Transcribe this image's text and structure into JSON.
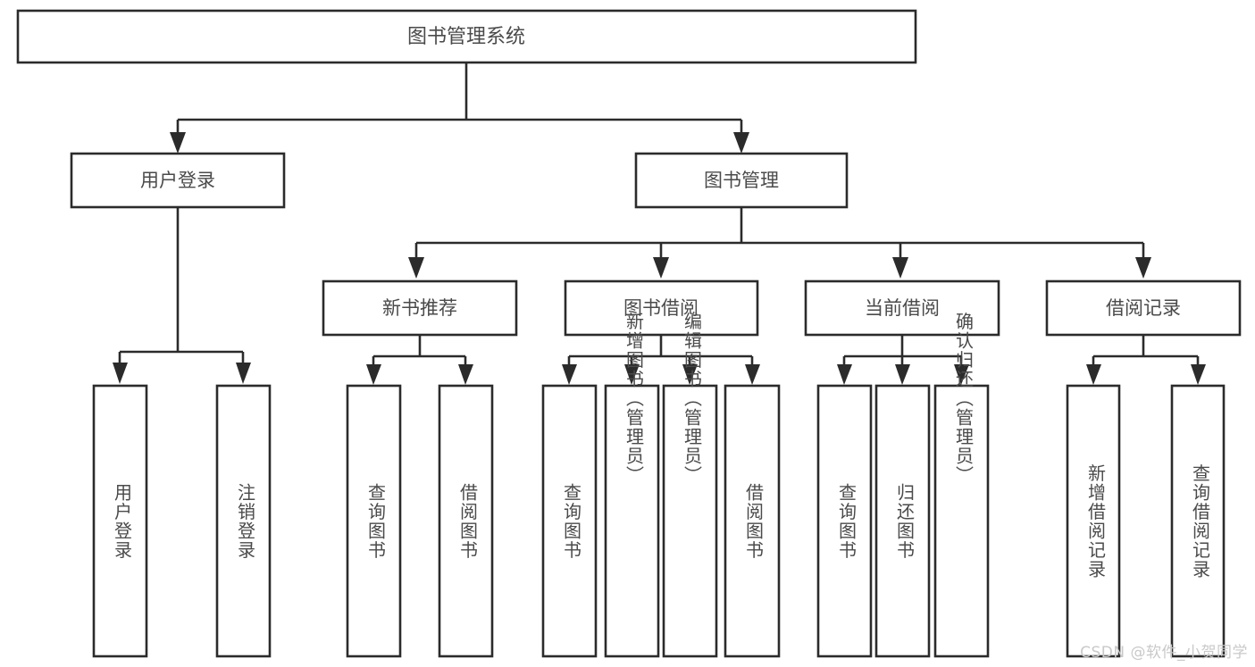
{
  "diagram": {
    "title": "图书管理系统",
    "type": "tree-hierarchy-chart",
    "watermark": "CSDN @软件_小贺同学",
    "colors": {
      "box_stroke": "#2b2b2b",
      "box_fill": "#ffffff",
      "text": "#4a4a4a",
      "background": "#ffffff",
      "watermark": "#c9c9c9"
    },
    "nodes": {
      "root": {
        "label": "图书管理系统"
      },
      "level2": [
        {
          "id": "user-login",
          "label": "用户登录"
        },
        {
          "id": "book-manage",
          "label": "图书管理"
        }
      ],
      "level3": [
        {
          "id": "new-book-recommend",
          "label": "新书推荐"
        },
        {
          "id": "book-borrow",
          "label": "图书借阅"
        },
        {
          "id": "current-borrow",
          "label": "当前借阅"
        },
        {
          "id": "borrow-record",
          "label": "借阅记录"
        }
      ],
      "leaves": {
        "user-login": [
          {
            "id": "leaf-user-login",
            "label": "用户登录"
          },
          {
            "id": "leaf-logout-login",
            "label": "注销登录"
          }
        ],
        "new-book-recommend": [
          {
            "id": "leaf-query-book-1",
            "label": "查询图书"
          },
          {
            "id": "leaf-borrow-book-1",
            "label": "借阅图书"
          }
        ],
        "book-borrow": [
          {
            "id": "leaf-query-book-2",
            "label": "查询图书"
          },
          {
            "id": "leaf-add-book",
            "label": "新增图书（管理员）"
          },
          {
            "id": "leaf-edit-book",
            "label": "编辑图书（管理员）"
          },
          {
            "id": "leaf-borrow-book-2",
            "label": "借阅图书"
          }
        ],
        "current-borrow": [
          {
            "id": "leaf-query-book-3",
            "label": "查询图书"
          },
          {
            "id": "leaf-return-book",
            "label": "归还图书"
          },
          {
            "id": "leaf-confirm-return",
            "label": "确认归还（管理员）"
          }
        ],
        "borrow-record": [
          {
            "id": "leaf-add-record",
            "label": "新增借阅记录"
          },
          {
            "id": "leaf-query-record",
            "label": "查询借阅记录"
          }
        ]
      }
    }
  }
}
